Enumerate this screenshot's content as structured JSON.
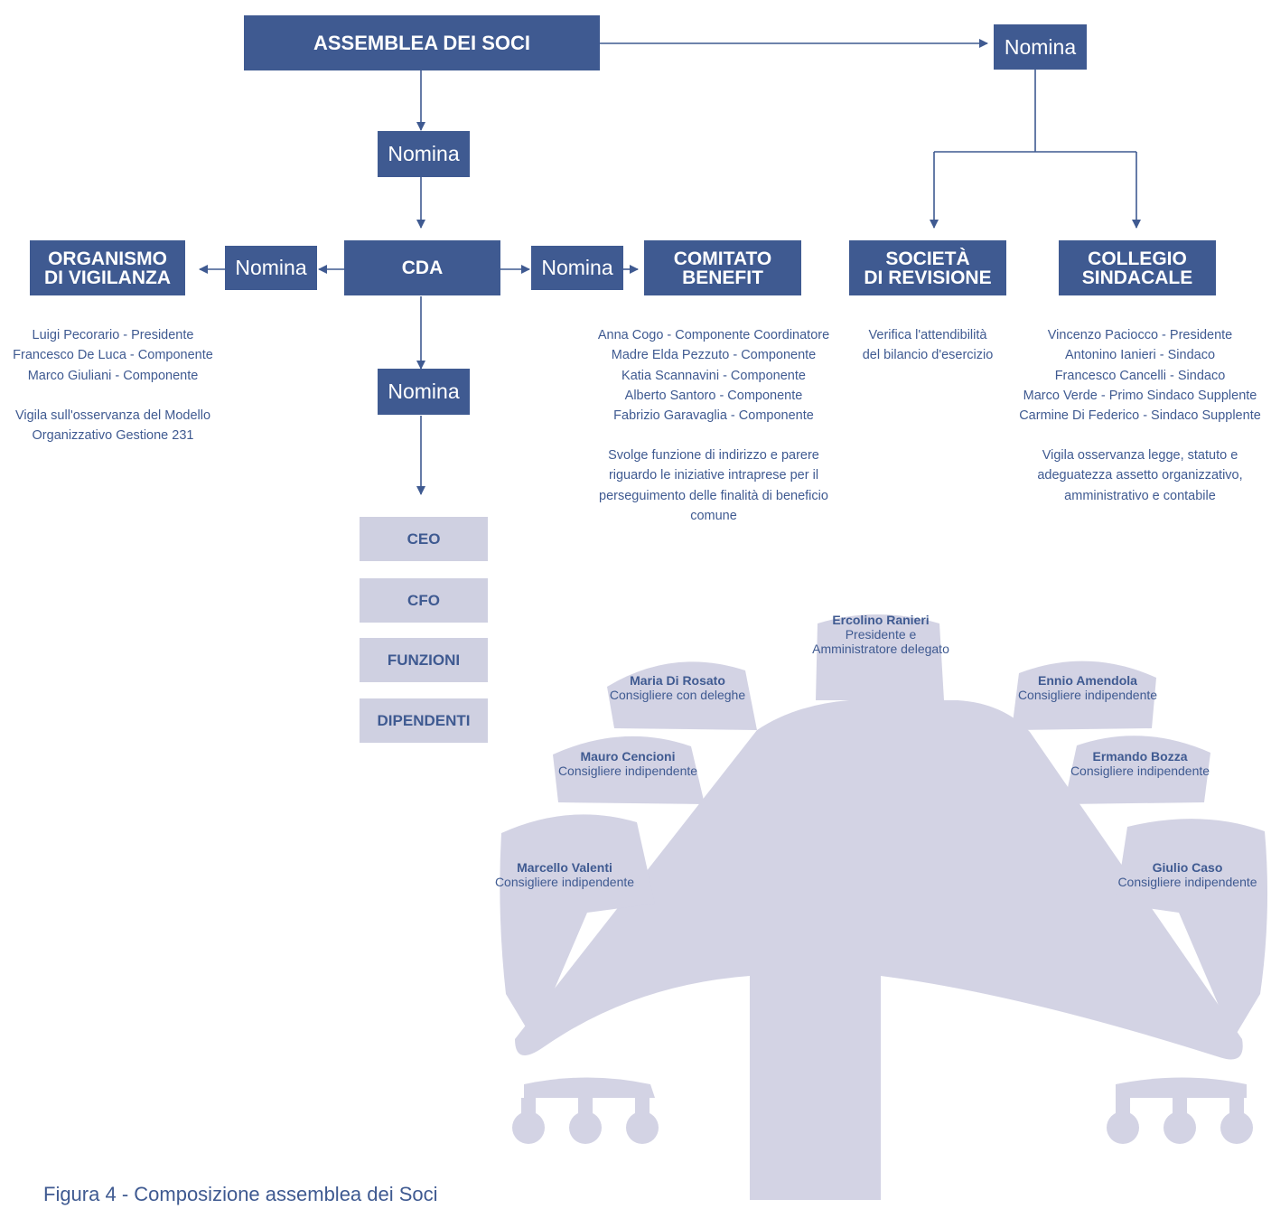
{
  "diagram": {
    "assemblea": "ASSEMBLEA DEI SOCI",
    "nomina_label": "Nomina",
    "cda": "CDA",
    "odv": {
      "line1": "ORGANISMO",
      "line2": "DI VIGILANZA"
    },
    "comitato": {
      "line1": "COMITATO",
      "line2": "BENEFIT"
    },
    "societa": {
      "line1": "SOCIETÀ",
      "line2": "DI REVISIONE"
    },
    "collegio": {
      "line1": "COLLEGIO",
      "line2": "SINDACALE"
    },
    "hierarchy": [
      "CEO",
      "CFO",
      "FUNZIONI",
      "DIPENDENTI"
    ]
  },
  "texts": {
    "odv_members": [
      "Luigi Pecorario - Presidente",
      "Francesco De Luca - Componente",
      "Marco Giuliani - Componente"
    ],
    "odv_desc": [
      "Vigila sull'osservanza del Modello",
      "Organizzativo Gestione 231"
    ],
    "comitato_members": [
      "Anna Cogo - Componente Coordinatore",
      "Madre Elda Pezzuto - Componente",
      "Katia Scannavini - Componente",
      "Alberto Santoro - Componente",
      "Fabrizio Garavaglia - Componente"
    ],
    "comitato_desc": [
      "Svolge funzione di indirizzo e parere",
      "riguardo le iniziative intraprese per il",
      "perseguimento delle finalità di beneficio",
      "comune"
    ],
    "societa_desc": [
      "Verifica l'attendibilità",
      "del bilancio d'esercizio"
    ],
    "collegio_members": [
      "Vincenzo Paciocco - Presidente",
      "Antonino Ianieri - Sindaco",
      "Francesco Cancelli - Sindaco",
      "Marco Verde - Primo Sindaco Supplente",
      "Carmine Di Federico - Sindaco Supplente"
    ],
    "collegio_desc": [
      "Vigila osservanza legge, statuto e",
      "adeguatezza assetto organizzativo,",
      "amministrativo e contabile"
    ]
  },
  "board": {
    "ranieri": {
      "name": "Ercolino Ranieri",
      "role1": "Presidente e",
      "role2": "Amministratore delegato"
    },
    "rosato": {
      "name": "Maria Di Rosato",
      "role": "Consigliere con deleghe"
    },
    "cencioni": {
      "name": "Mauro Cencioni",
      "role": "Consigliere indipendente"
    },
    "valenti": {
      "name": "Marcello Valenti",
      "role": "Consigliere indipendente"
    },
    "amendola": {
      "name": "Ennio Amendola",
      "role": "Consigliere indipendente"
    },
    "bozza": {
      "name": "Ermando Bozza",
      "role": "Consigliere indipendente"
    },
    "caso": {
      "name": "Giulio Caso",
      "role": "Consigliere indipendente"
    }
  },
  "caption": "Figura 4 - Composizione assemblea dei Soci",
  "colors": {
    "primary": "#3f5a91",
    "light": "#cfd0e1"
  }
}
